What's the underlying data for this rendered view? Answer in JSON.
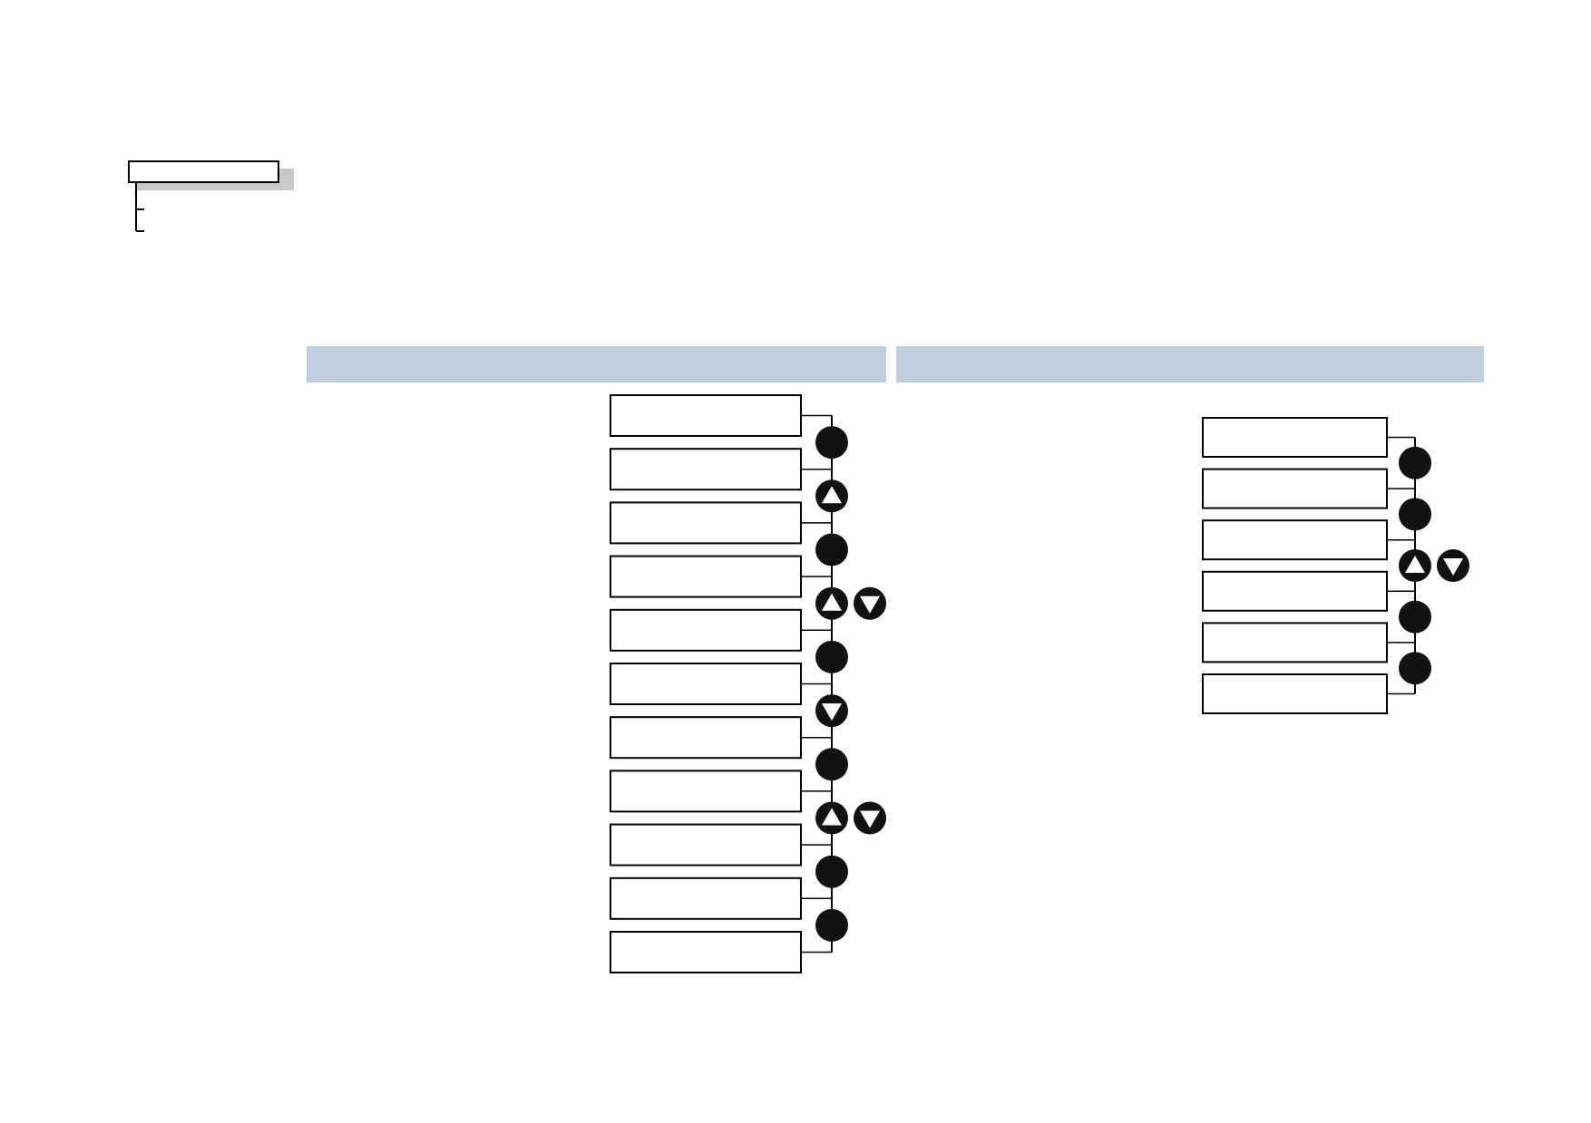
{
  "colors": {
    "header_band": "#c0cee0",
    "screen_border": "#000000",
    "button_fill": "#111111",
    "arrow_fill": "#ffffff",
    "root_shadow": "#c9c9c9"
  },
  "tree": {
    "root_label": "",
    "children": [
      "",
      ""
    ]
  },
  "sections": [
    {
      "header": "",
      "screens": [
        "",
        "",
        "",
        "",
        "",
        "",
        "",
        "",
        "",
        "",
        ""
      ],
      "buttons": [
        [
          "enter"
        ],
        [
          "up"
        ],
        [
          "enter"
        ],
        [
          "up",
          "down"
        ],
        [
          "enter"
        ],
        [
          "down"
        ],
        [
          "enter"
        ],
        [
          "up",
          "down"
        ],
        [
          "enter"
        ],
        [
          "enter"
        ]
      ]
    },
    {
      "header": "",
      "screens": [
        "",
        "",
        "",
        "",
        "",
        ""
      ],
      "buttons": [
        [
          "enter"
        ],
        [
          "enter"
        ],
        [
          "up",
          "down"
        ],
        [
          "enter"
        ],
        [
          "enter"
        ]
      ]
    }
  ],
  "icons": {
    "enter": "enter-button-icon",
    "up": "up-arrow-button-icon",
    "down": "down-arrow-button-icon"
  }
}
